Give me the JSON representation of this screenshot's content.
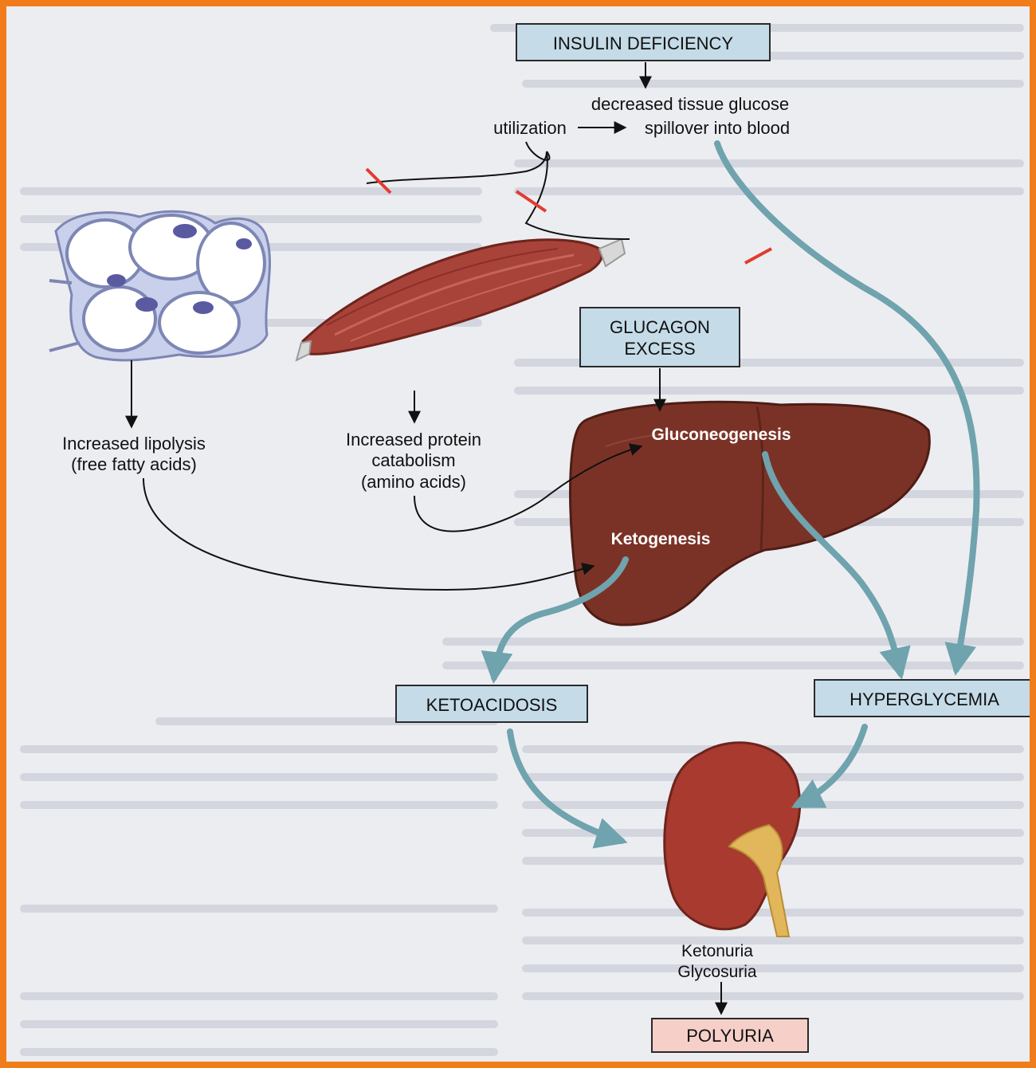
{
  "diagram": {
    "boxes": {
      "insulin_deficiency": "INSULIN DEFICIENCY",
      "glucagon_excess_line1": "GLUCAGON",
      "glucagon_excess_line2": "EXCESS",
      "ketoacidosis": "KETOACIDOSIS",
      "hyperglycemia": "HYPERGLYCEMIA",
      "polyuria": "POLYURIA"
    },
    "labels": {
      "decreased_tissue_glucose": "decreased tissue glucose",
      "utilization": "utilization",
      "spillover_into_blood": "spillover into blood",
      "lipolysis_line1": "Increased lipolysis",
      "lipolysis_line2": "(free fatty acids)",
      "protein_line1": "Increased protein",
      "protein_line2": "catabolism",
      "protein_line3": "(amino acids)",
      "gluconeogenesis": "Gluconeogenesis",
      "ketogenesis": "Ketogenesis",
      "ketonuria": "Ketonuria",
      "glycosuria": "Glycosuria"
    },
    "colors": {
      "frame_border": "#f07d1a",
      "box_fill": "#c5dbe8",
      "polyuria_fill": "#f5cfc8",
      "teal_arrow": "#6fa3ad",
      "liver": "#7b3226",
      "muscle": "#a8433a",
      "kidney": "#a83a30",
      "ureter": "#e2b65a",
      "adipose_fill": "#c8d0ec",
      "adipose_nucleus": "#5a5aa0",
      "inhibition_mark": "#e23b2e"
    }
  }
}
